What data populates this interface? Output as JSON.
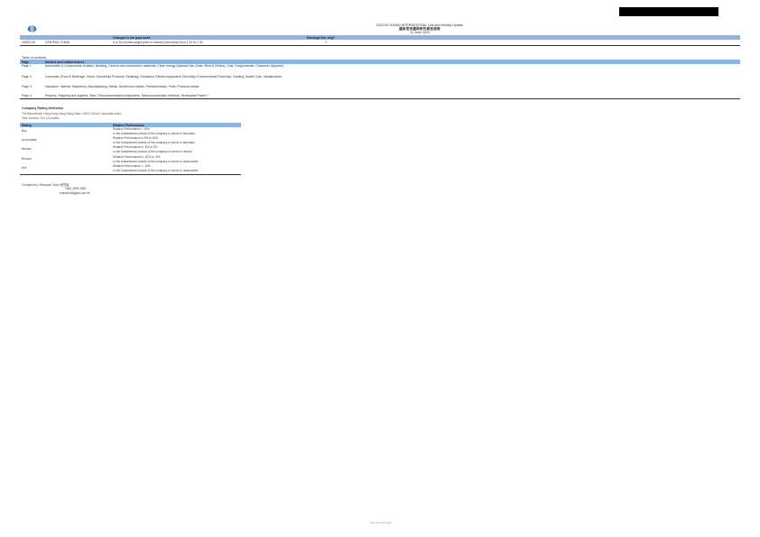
{
  "report": {
    "title_en": "GUOTAI JUNAN INTERNATIONAL Link and Weekly Update",
    "title_cn": "國泰君安國際研究報告週報",
    "date": "11 June 2024"
  },
  "changes_table": {
    "headers": [
      "Changes in the past week",
      "Earnings Est. chg?"
    ],
    "rows": [
      {
        "code": "03933 HK",
        "company": "CENTRAL CHINA",
        "change": "6 to 16 months target price is revised (corrected) from 1.20 to 1.30",
        "earnings": "Y"
      }
    ]
  },
  "toc": {
    "title": "Table of contents",
    "headers": [
      "Page",
      "Sectors and related tickers"
    ],
    "rows": [
      {
        "page": "Page 1",
        "sectors": "Automobile & Components, Aviation, Banking, Cement and construction materials, Clean energy (Natural Gas, Solar, Wind & Others), Coal, Conglomerate, Consumer (Apparel)"
      },
      {
        "page": "Page 2",
        "sectors": "Consumer (Food & Beverage, Home, Household Products, Retailing), Education, Electric equipment, Electricity, Environmental Protection, Gaming, Health Care, Infrastructure,"
      },
      {
        "page": "Page 3",
        "sectors": "Insurance, Internet, Machinery, Manufacturing, Media, Nonferrous metals, Petrochemicals, Ports, Precious metals"
      },
      {
        "page": "Page 4",
        "sectors": "Property, Shipping and logistics, Steel, Telecommunication equipment, Telecommunication services, Renewable Power +"
      }
    ]
  },
  "rating": {
    "title": "Company Rating Definition",
    "benchmark": "The Benchmark: Hong Kong Hang Seng Index / MSCI China Composite Index",
    "horizon": "Time Horizon: 6 to 18 months",
    "headers": [
      "Rating",
      "Relative Performance"
    ],
    "rows": [
      {
        "rating": "Buy",
        "perf": "Relative Performance > 15%",
        "note": "or the fundamental outlook of the company or sector is favorable."
      },
      {
        "rating": "Accumulate",
        "perf": "Relative Performance is 5% to 15%",
        "note": "or the fundamental outlook of the company or sector is favorable."
      },
      {
        "rating": "Neutral",
        "perf": "Relative Performance is -5% to 5%",
        "note": "or the fundamental outlook of the company or sector is neutral."
      },
      {
        "rating": "Reduce",
        "perf": "Relative Performance is -15% to -5%",
        "note": "or the fundamental outlook of the company or sector is unfavorable."
      },
      {
        "rating": "Sell",
        "perf": "Relative Performance < -15%",
        "note": "or the fundamental outlook of the company or sector is unfavorable."
      }
    ]
  },
  "contact": {
    "line1": "Compiled by: Research Team 研究部",
    "line2": "+852 2509 2605",
    "line3": "research@gtjas.com.hk"
  },
  "footer": "See the last page"
}
